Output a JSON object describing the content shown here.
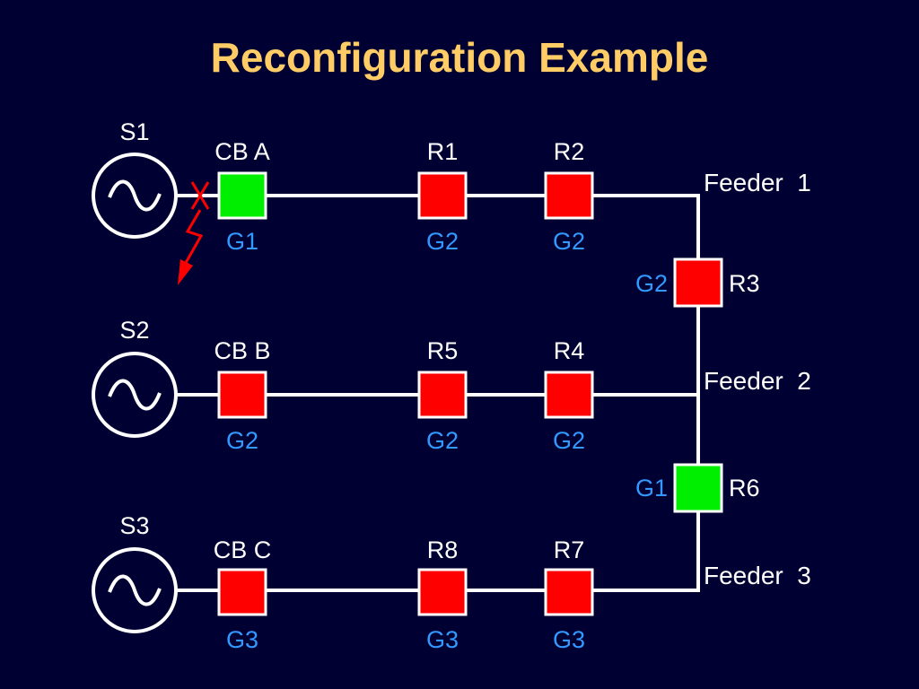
{
  "title": "Reconfiguration Example",
  "colors": {
    "background": "#000033",
    "title": "#ffcc66",
    "line": "#ffffff",
    "label": "#ffffff",
    "group_label": "#3399ff",
    "closed": "#00ee00",
    "open": "#ff0000",
    "fault": "#ff0000"
  },
  "sources": [
    {
      "label": "S1"
    },
    {
      "label": "S2"
    },
    {
      "label": "S3"
    }
  ],
  "feeders": [
    {
      "label": "Feeder  1"
    },
    {
      "label": "Feeder  2"
    },
    {
      "label": "Feeder  3"
    }
  ],
  "devices": [
    {
      "id": "cb-a",
      "label": "CB A",
      "group": "G1",
      "state": "closed"
    },
    {
      "id": "r1",
      "label": "R1",
      "group": "G2",
      "state": "open"
    },
    {
      "id": "r2",
      "label": "R2",
      "group": "G2",
      "state": "open"
    },
    {
      "id": "r3",
      "label": "R3",
      "group": "G2",
      "state": "open"
    },
    {
      "id": "cb-b",
      "label": "CB B",
      "group": "G2",
      "state": "open"
    },
    {
      "id": "r5",
      "label": "R5",
      "group": "G2",
      "state": "open"
    },
    {
      "id": "r4",
      "label": "R4",
      "group": "G2",
      "state": "open"
    },
    {
      "id": "r6",
      "label": "R6",
      "group": "G1",
      "state": "closed"
    },
    {
      "id": "cb-c",
      "label": "CB C",
      "group": "G3",
      "state": "open"
    },
    {
      "id": "r8",
      "label": "R8",
      "group": "G3",
      "state": "open"
    },
    {
      "id": "r7",
      "label": "R7",
      "group": "G3",
      "state": "open"
    }
  ],
  "source_symbol": "ac-source-icon",
  "fault_symbol": "lightning-fault-icon"
}
